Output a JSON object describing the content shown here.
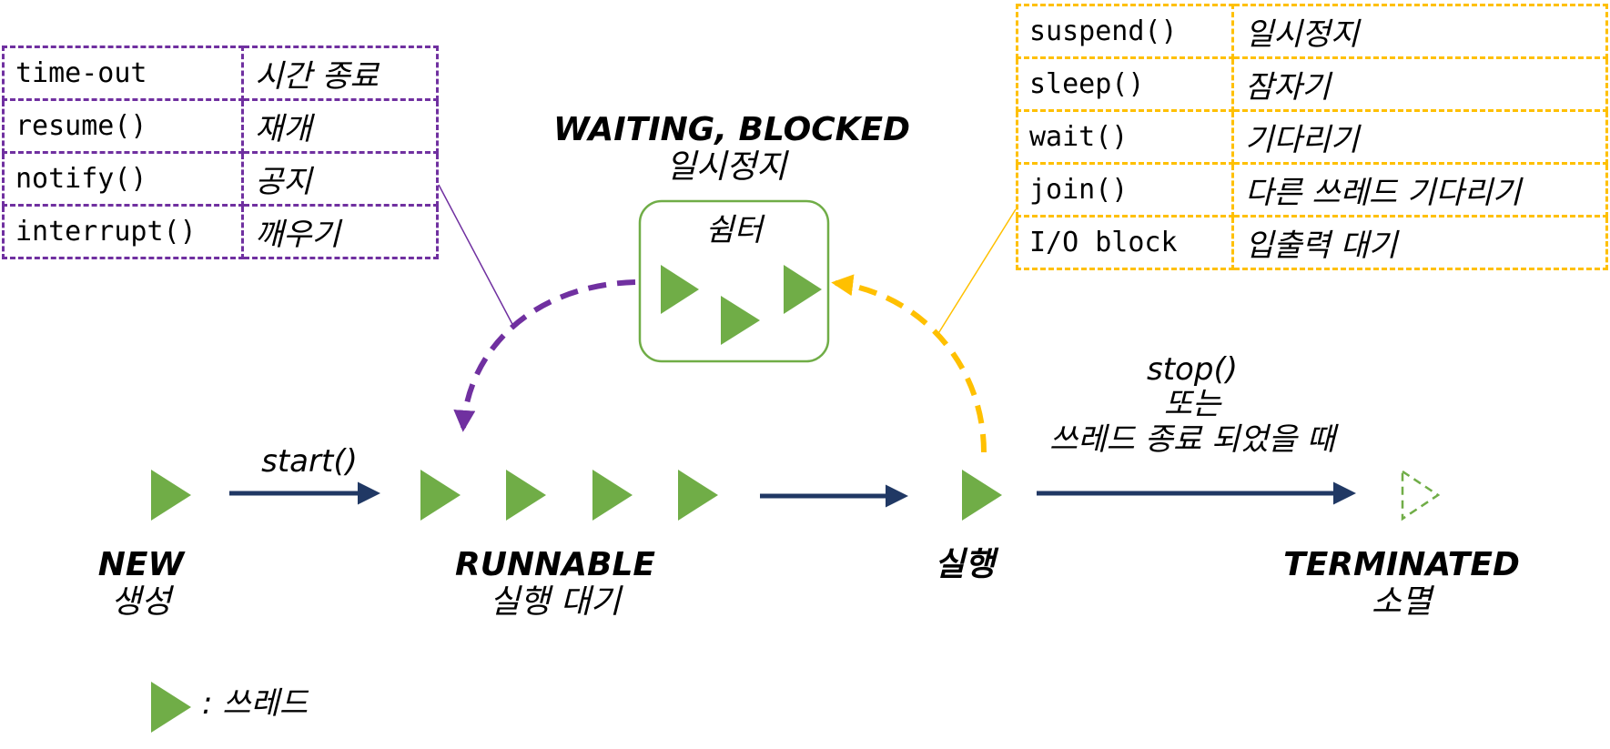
{
  "colors": {
    "thread": "#70AD47",
    "main_arrow": "#203864",
    "purple": "#7030A0",
    "yellow": "#FFC000",
    "shelter_border": "#70AD47"
  },
  "left_table": {
    "rows": [
      {
        "method": "time-out",
        "meaning": "시간 종료"
      },
      {
        "method": "resume()",
        "meaning": "재개"
      },
      {
        "method": "notify()",
        "meaning": "공지"
      },
      {
        "method": "interrupt()",
        "meaning": "깨우기"
      }
    ]
  },
  "right_table": {
    "rows": [
      {
        "method": "suspend()",
        "meaning": "일시정지"
      },
      {
        "method": "sleep()",
        "meaning": "잠자기"
      },
      {
        "method": "wait()",
        "meaning": "기다리기"
      },
      {
        "method": "join()",
        "meaning": "다른 쓰레드 기다리기"
      },
      {
        "method": "I/O block",
        "meaning": "입출력 대기"
      }
    ]
  },
  "waiting": {
    "title": "WAITING, BLOCKED",
    "subtitle": "일시정지",
    "shelter_label": "쉼터"
  },
  "states": {
    "new": {
      "title": "NEW",
      "subtitle": "생성"
    },
    "runnable": {
      "title": "RUNNABLE",
      "subtitle": "실행 대기"
    },
    "running": {
      "title": "실행"
    },
    "terminated": {
      "title": "TERMINATED",
      "subtitle": "소멸"
    }
  },
  "transitions": {
    "start": "start()",
    "stop_line1": "stop()",
    "stop_line2": "또는",
    "stop_line3": "쓰레드 종료 되었을 때"
  },
  "legend": {
    "label": ": 쓰레드"
  }
}
